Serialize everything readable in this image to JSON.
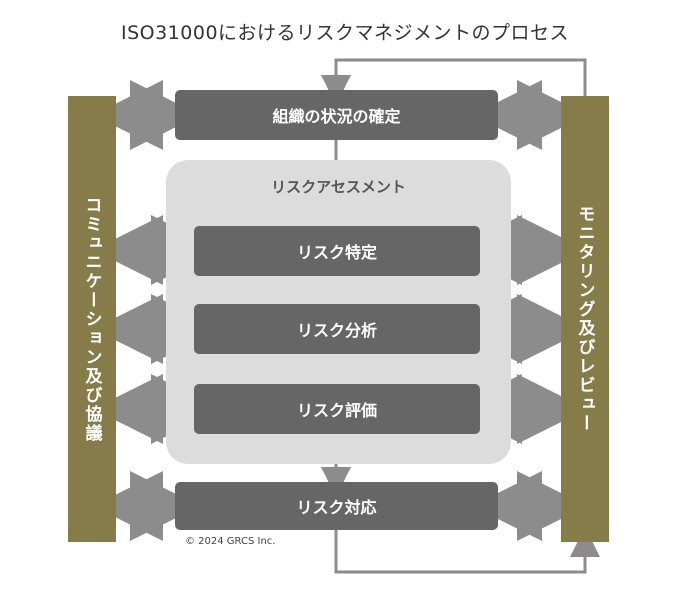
{
  "title": "ISO31000におけるリスクマネジメントのプロセス",
  "left_bar": {
    "label": "コミュニケーション及び協議"
  },
  "right_bar": {
    "label": "モニタリング及びレビュー"
  },
  "assessment": {
    "label": "リスクアセスメント"
  },
  "steps": {
    "context": "組織の状況の確定",
    "identify": "リスク特定",
    "analyze": "リスク分析",
    "evaluate": "リスク評価",
    "treat": "リスク対応"
  },
  "copyright": "© 2024 GRCS Inc.",
  "colors": {
    "sidebar": "#857c4a",
    "box": "#666666",
    "panel": "#dcdcdc",
    "arrow": "#8c8c8c"
  }
}
